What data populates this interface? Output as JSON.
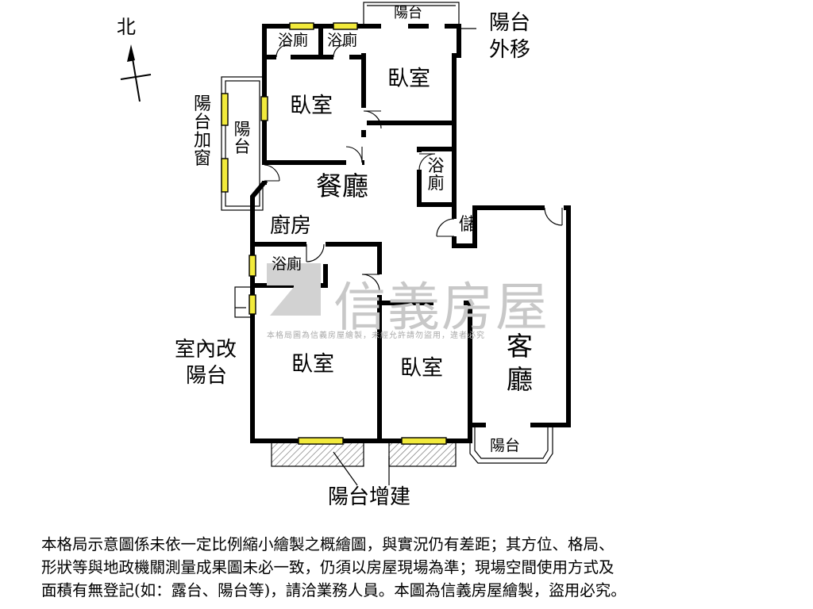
{
  "north": "北",
  "rooms": {
    "balcony_top": "陽台",
    "balcony_moved_1": "陽台",
    "balcony_moved_2": "外移",
    "bath_a": "浴廁",
    "bath_b": "浴廁",
    "bedroom_nw": "臥室",
    "bedroom_ne": "臥室",
    "balcony_west_window": "陽台加窗",
    "balcony_west": "陽台",
    "dining": "餐廳",
    "bath_c": "浴廁",
    "kitchen": "廚房",
    "storage": "儲",
    "bath_d": "浴廁",
    "indoor_balcony_1": "室內改",
    "indoor_balcony_2": "陽台",
    "bedroom_sw": "臥室",
    "bedroom_s": "臥室",
    "living_1": "客",
    "living_2": "廳",
    "balcony_south": "陽台",
    "balcony_addition": "陽台增建"
  },
  "watermark": {
    "brand": "信義房屋",
    "note": "本格局圖為信義房屋繪製，未經允許請勿盜用，違者必究"
  },
  "disclaimer": [
    "本格局示意圖係未依一定比例縮小繪製之概繪圖，與實況仍有差距；其方位、格局、",
    "形狀等與地政機關測量成果圖未必一致，仍須以房屋現場為準；現場空間使用方式及",
    "面積有無登記(如：露台、陽台等)，請洽業務人員。本圖為信義房屋繪製，盜用必究。"
  ],
  "colors": {
    "wall": "#000000",
    "window": "#f2ea3c",
    "watermark": "#c8c8c8",
    "hatch": "#777777"
  }
}
